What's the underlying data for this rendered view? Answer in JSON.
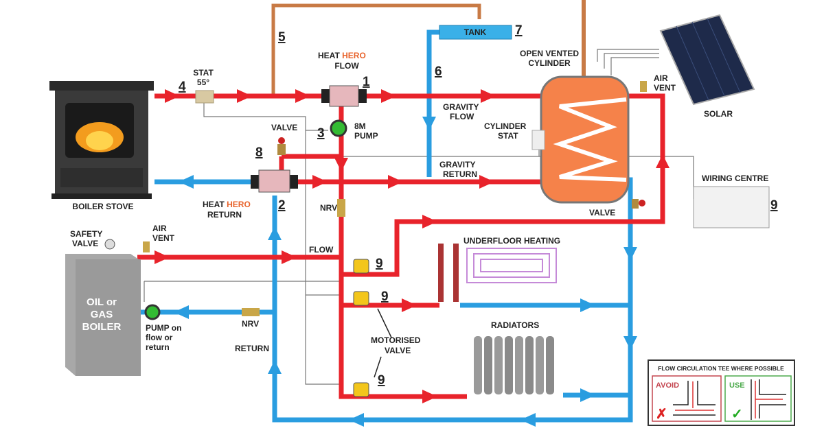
{
  "labels": {
    "boiler_stove": "BOILER STOVE",
    "stat": "STAT",
    "stat_temp": "55°",
    "heat_hero_flow_1": "HEAT",
    "heat_hero_flow_2": "HERO",
    "heat_hero_flow_3": "FLOW",
    "heat_hero_return_1": "HEAT",
    "heat_hero_return_2": "HERO",
    "heat_hero_return_3": "RETURN",
    "valve_top": "VALVE",
    "pump_1": "8M",
    "pump_2": "PUMP",
    "tank": "TANK",
    "gravity_flow_1": "GRAVITY",
    "gravity_flow_2": "FLOW",
    "gravity_return_1": "GRAVITY",
    "gravity_return_2": "RETURN",
    "cylinder_1": "OPEN VENTED",
    "cylinder_2": "CYLINDER",
    "cylinder_stat_1": "CYLINDER",
    "cylinder_stat_2": "STAT",
    "air_vent_top_1": "AIR",
    "air_vent_top_2": "VENT",
    "solar": "SOLAR",
    "wiring_centre": "WIRING CENTRE",
    "valve_right": "VALVE",
    "nrv_top": "NRV",
    "safety_valve_1": "SAFETY",
    "safety_valve_2": "VALVE",
    "air_vent_left_1": "AIR",
    "air_vent_left_2": "VENT",
    "flow": "FLOW",
    "underfloor": "UNDERFLOOR HEATING",
    "boiler_1": "OIL or",
    "boiler_2": "GAS",
    "boiler_3": "BOILER",
    "pump_note_1": "PUMP on",
    "pump_note_2": "flow or",
    "pump_note_3": "return",
    "nrv_bottom": "NRV",
    "return": "RETURN",
    "motorised_1": "MOTORISED",
    "motorised_2": "VALVE",
    "radiators": "RADIATORS"
  },
  "numbers": {
    "n1": "1",
    "n2": "2",
    "n3": "3",
    "n4": "4",
    "n5": "5",
    "n6": "6",
    "n7": "7",
    "n8": "8",
    "n9a": "9",
    "n9b": "9",
    "n9c": "9",
    "n9d": "9"
  },
  "legend": {
    "title": "FLOW CIRCULATION TEE WHERE POSSIBLE",
    "avoid": "AVOID",
    "use": "USE",
    "avoid_mark": "✗",
    "use_mark": "✓"
  },
  "colors": {
    "flow": "#e8232b",
    "return": "#2a9de0",
    "cylinder": "#f5824a"
  }
}
